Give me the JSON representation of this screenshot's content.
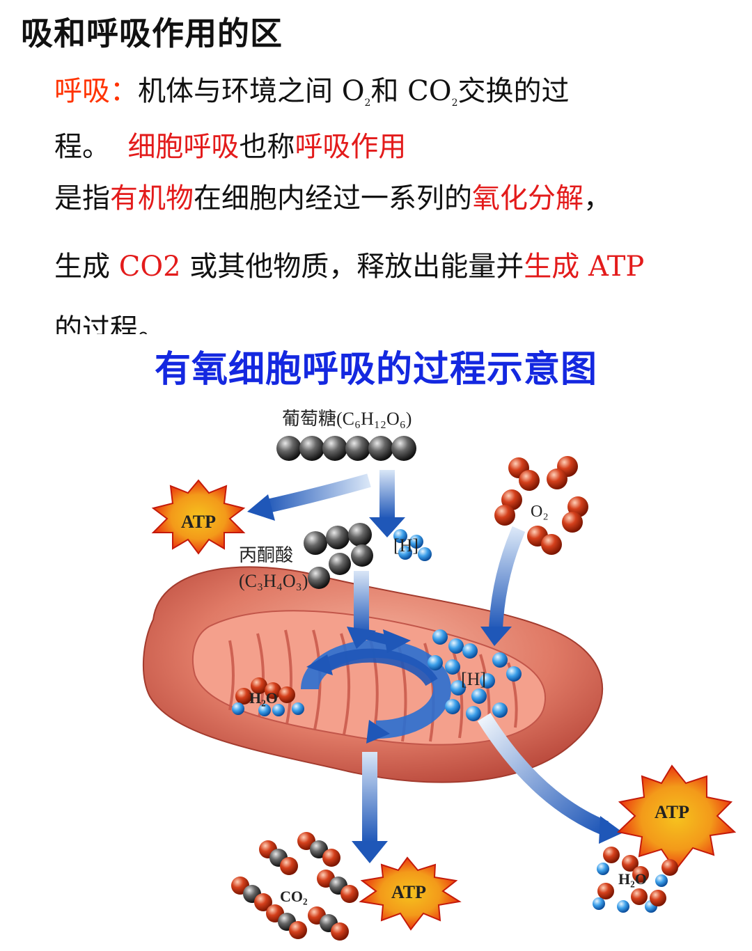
{
  "heading": "吸和呼吸作用的区",
  "paragraph": {
    "l1_term": "呼吸：",
    "l1_a": "机体与环境之间 O",
    "l1_sub1": "2",
    "l1_b": "和 CO",
    "l1_sub2": "2",
    "l1_c": "交换的过",
    "l2_a": "程。",
    "l2_term1": "细胞呼吸",
    "l2_b": "也称",
    "l2_term2": "呼吸作用",
    "l3_a": "是指",
    "l3_term1": "有机物",
    "l3_b": "在细胞内经过一系列的",
    "l3_term2": "氧化分解",
    "l3_c": "，",
    "l4_a": "生成 ",
    "l4_term1": "CO2",
    "l4_b": " 或其他物质，释放出能量并",
    "l4_term2": "生成 ATP",
    "l5": "的过程。"
  },
  "diagram": {
    "title": "有氧细胞呼吸的过程示意图",
    "glucose_label": "葡萄糖(C₆H₁₂O₆)",
    "pyruvate_label": "丙酮酸",
    "pyruvate_formula": "(C₃H₄O₃)",
    "h_label": "[H]",
    "h_label_2": "[H]",
    "o2_label": "O₂",
    "water_label_1": "H₂O",
    "water_label_2": "H₂O",
    "co2_label": "CO₂",
    "atp_1": "ATP",
    "atp_2": "ATP",
    "atp_3": "ATP"
  },
  "colors": {
    "term_red": "#e31b1b",
    "title_blue": "#1428e0",
    "arrow_blue": "#1f57b8",
    "atp_red": "#e8200c",
    "atp_orange": "#f39a1a"
  }
}
